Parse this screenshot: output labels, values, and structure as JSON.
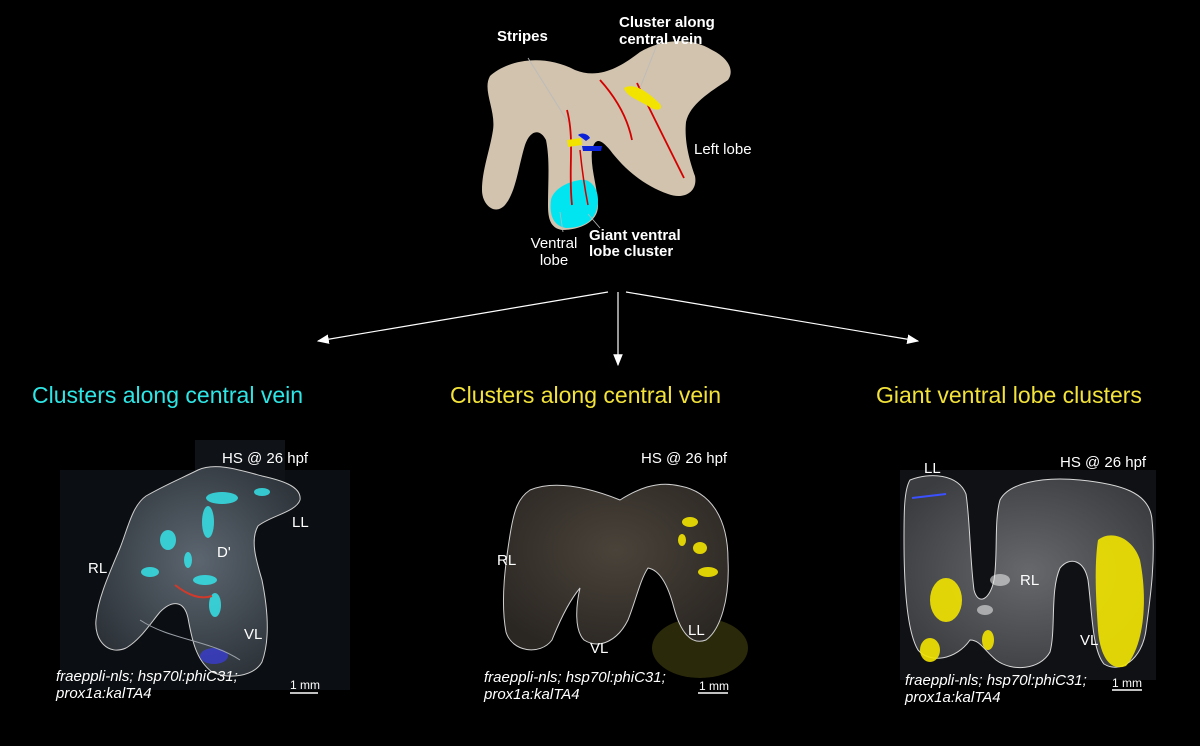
{
  "diagram": {
    "labels": {
      "stripes": "Stripes",
      "cluster_line1": "Cluster along",
      "cluster_line2": "central vein",
      "left_lobe": "Left lobe",
      "ventral_line1": "Ventral",
      "ventral_line2": "lobe",
      "giant_line1": "Giant ventral",
      "giant_line2": "lobe cluster"
    },
    "colors": {
      "liver": "#d1c3ae",
      "vein": "#d40000",
      "cyan_cluster": "#00e5f0",
      "yellow_cluster": "#f2e400",
      "blue_stripe": "#0a22d8"
    }
  },
  "panels": [
    {
      "heading": "Clusters along central vein",
      "heading_color": "#2ee6e6",
      "hs_label": "HS @ 26 hpf",
      "lobe_labels": [
        "RL",
        "LL",
        "D'",
        "VL"
      ],
      "caption_line1": "fraeppli-nls; hsp70l:phiC31;",
      "caption_line2": "prox1a:kalTA4",
      "scale": "1 mm"
    },
    {
      "heading": "Clusters along central vein",
      "heading_color": "#f2e23a",
      "hs_label": "HS @ 26 hpf",
      "lobe_labels": [
        "RL",
        "VL",
        "LL"
      ],
      "caption_line1": "fraeppli-nls; hsp70l:phiC31;",
      "caption_line2": "prox1a:kalTA4",
      "scale": "1 mm"
    },
    {
      "heading": "Giant ventral lobe clusters",
      "heading_color": "#f2e23a",
      "hs_label": "HS @ 26 hpf",
      "lobe_labels": [
        "LL",
        "RL",
        "VL"
      ],
      "caption_line1": "fraeppli-nls; hsp70l:phiC31;",
      "caption_line2": "prox1a:kalTA4",
      "scale": "1 mm"
    }
  ]
}
